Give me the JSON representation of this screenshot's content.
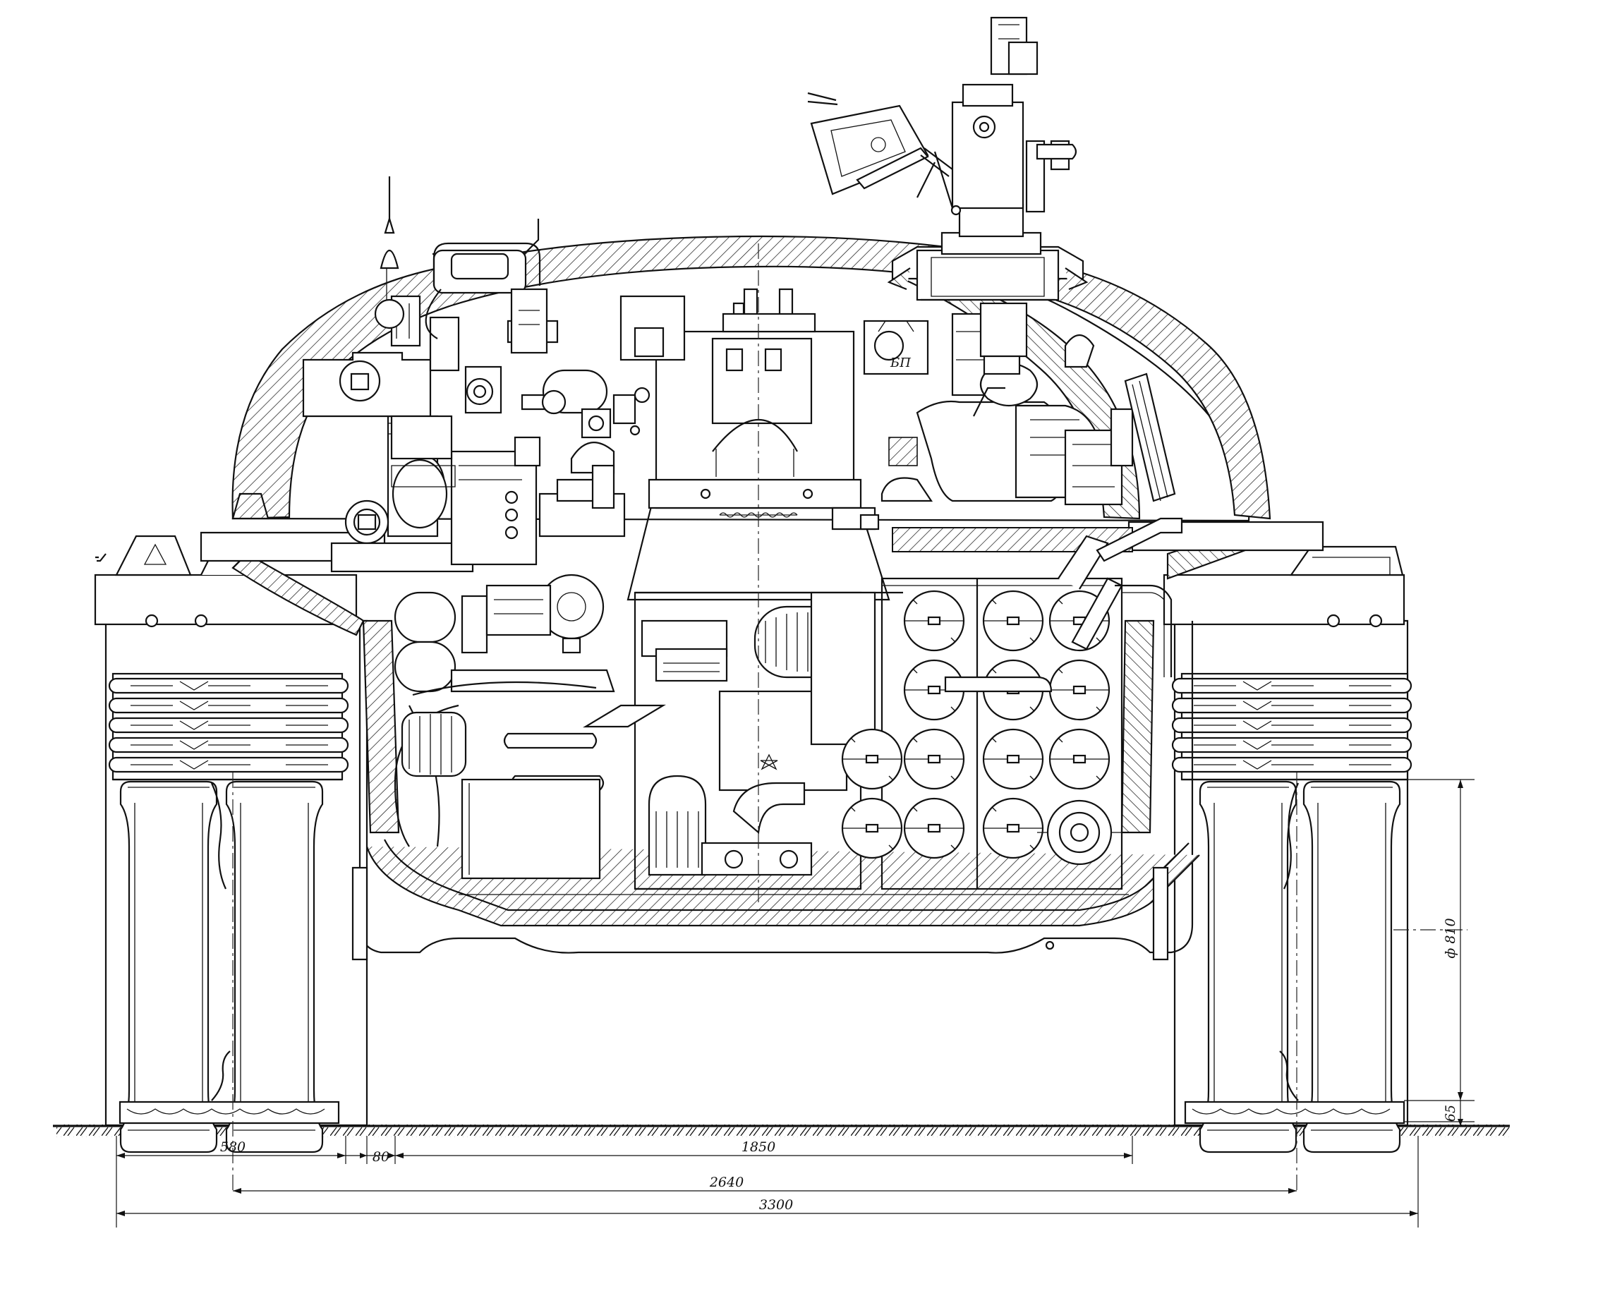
{
  "drawing": {
    "dimensions": {
      "track_width": "580",
      "gap": "80",
      "hull_width": "1850",
      "track_gauge": "2640",
      "overall_width": "3300",
      "wheel_diameter": "ф 810",
      "ground_clearance_offset": "65"
    },
    "labels": {
      "panel_marking": "БП"
    }
  }
}
